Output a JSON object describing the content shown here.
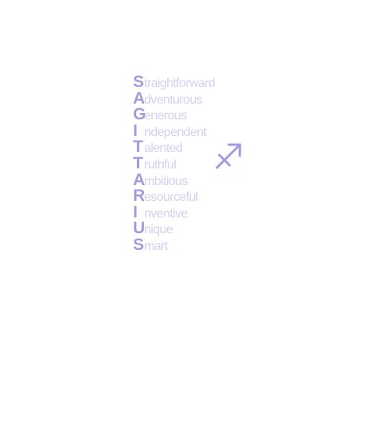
{
  "acrostic": {
    "lines": [
      {
        "initial": "S",
        "rest": "traightforward"
      },
      {
        "initial": "A",
        "rest": "dventurous"
      },
      {
        "initial": "G",
        "rest": "enerous"
      },
      {
        "initial": "I",
        "rest": "ndependent"
      },
      {
        "initial": "T",
        "rest": "alented"
      },
      {
        "initial": "T",
        "rest": "ruthful"
      },
      {
        "initial": "A",
        "rest": "mbitious"
      },
      {
        "initial": "R",
        "rest": "esourceful"
      },
      {
        "initial": "I",
        "rest": "nventive"
      },
      {
        "initial": "U",
        "rest": "nique"
      },
      {
        "initial": "S",
        "rest": "mart"
      }
    ]
  },
  "sign_icon": "sagittarius-icon",
  "colors": {
    "initial": "#a898dc",
    "rest": "#d6cff0",
    "sign": "#a898dc",
    "background": "#ffffff"
  }
}
